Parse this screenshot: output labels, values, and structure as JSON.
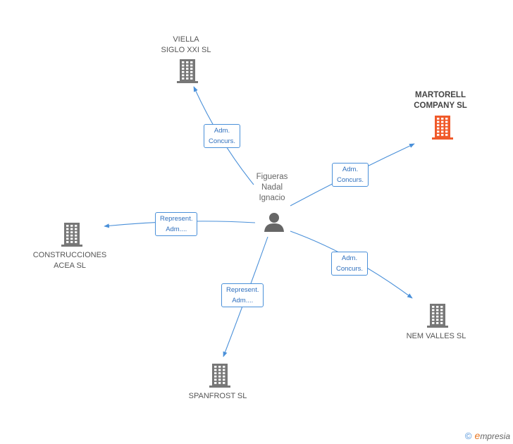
{
  "center": {
    "label_lines": [
      "Figueras",
      "Nadal",
      "Ignacio"
    ]
  },
  "companies": [
    {
      "id": "viella",
      "lines": [
        "VIELLA",
        "SIGLO XXI SL"
      ],
      "highlight": false
    },
    {
      "id": "martorell",
      "lines": [
        "MARTORELL",
        "COMPANY SL"
      ],
      "highlight": true
    },
    {
      "id": "construcciones",
      "lines": [
        "CONSTRUCCIONES",
        "ACEA SL"
      ],
      "highlight": false
    },
    {
      "id": "nem",
      "lines": [
        "NEM VALLES SL"
      ],
      "highlight": false
    },
    {
      "id": "spanfrost",
      "lines": [
        "SPANFROST  SL"
      ],
      "highlight": false
    }
  ],
  "edges": [
    {
      "to": "viella",
      "lines": [
        "Adm.",
        "Concurs."
      ]
    },
    {
      "to": "martorell",
      "lines": [
        "Adm.",
        "Concurs."
      ]
    },
    {
      "to": "construcciones",
      "lines": [
        "Represent.",
        "Adm...."
      ]
    },
    {
      "to": "nem",
      "lines": [
        "Adm.",
        "Concurs."
      ]
    },
    {
      "to": "spanfrost",
      "lines": [
        "Represent.",
        "Adm...."
      ]
    }
  ],
  "colors": {
    "edge": "#4a90d9",
    "building": "#777777",
    "building_highlight": "#f05a2a",
    "person": "#666666"
  },
  "footer": {
    "copyright": "©",
    "brand_initial": "e",
    "brand_rest": "mpresia"
  }
}
